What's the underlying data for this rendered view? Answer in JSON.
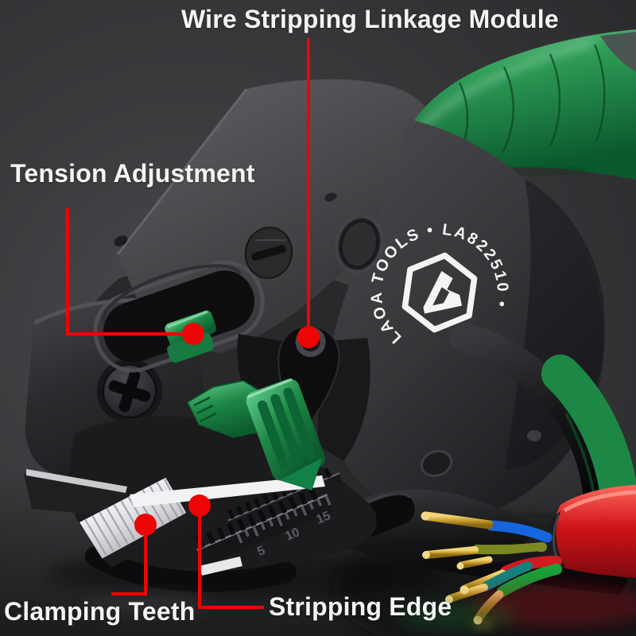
{
  "image": {
    "alt": "Automatic wire stripper product photo with feature callouts"
  },
  "callouts": {
    "module": {
      "label": "Wire Stripping Linkage Module"
    },
    "tension": {
      "label": "Tension Adjustment"
    },
    "clamping": {
      "label": "Clamping Teeth"
    },
    "stripping": {
      "label": "Stripping Edge"
    }
  },
  "stamp": {
    "arc_text": "LAOA TOOLS • LA822510 •",
    "brand": "LAOA TOOLS",
    "model": "LA822510"
  },
  "ruler": {
    "marks": [
      "5",
      "10",
      "15"
    ]
  },
  "palette": {
    "accent_red": "#ed0505",
    "brand_green": "#1d8746",
    "background": "#38383b",
    "label_text": "#f4f4f5"
  }
}
